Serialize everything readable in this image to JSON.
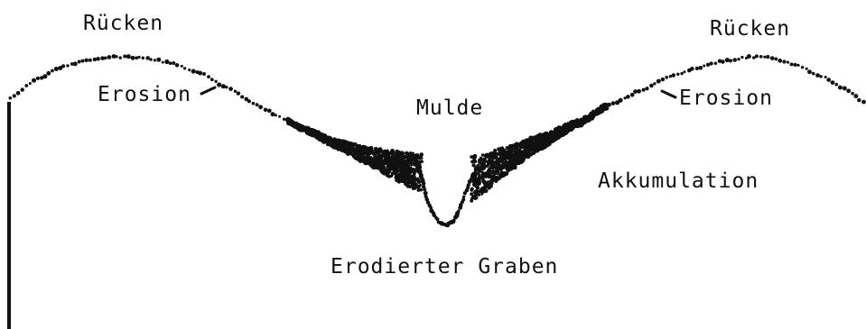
{
  "labels": {
    "ruecken_left": "Rücken",
    "ruecken_right": "Rücken",
    "erosion_left": "Erosion",
    "erosion_right": "Erosion",
    "mulde": "Mulde",
    "akkumulation": "Akkumulation",
    "graben": "Erodierter Graben"
  },
  "colors": {
    "ink": "#111111",
    "background": "#ffffff"
  }
}
